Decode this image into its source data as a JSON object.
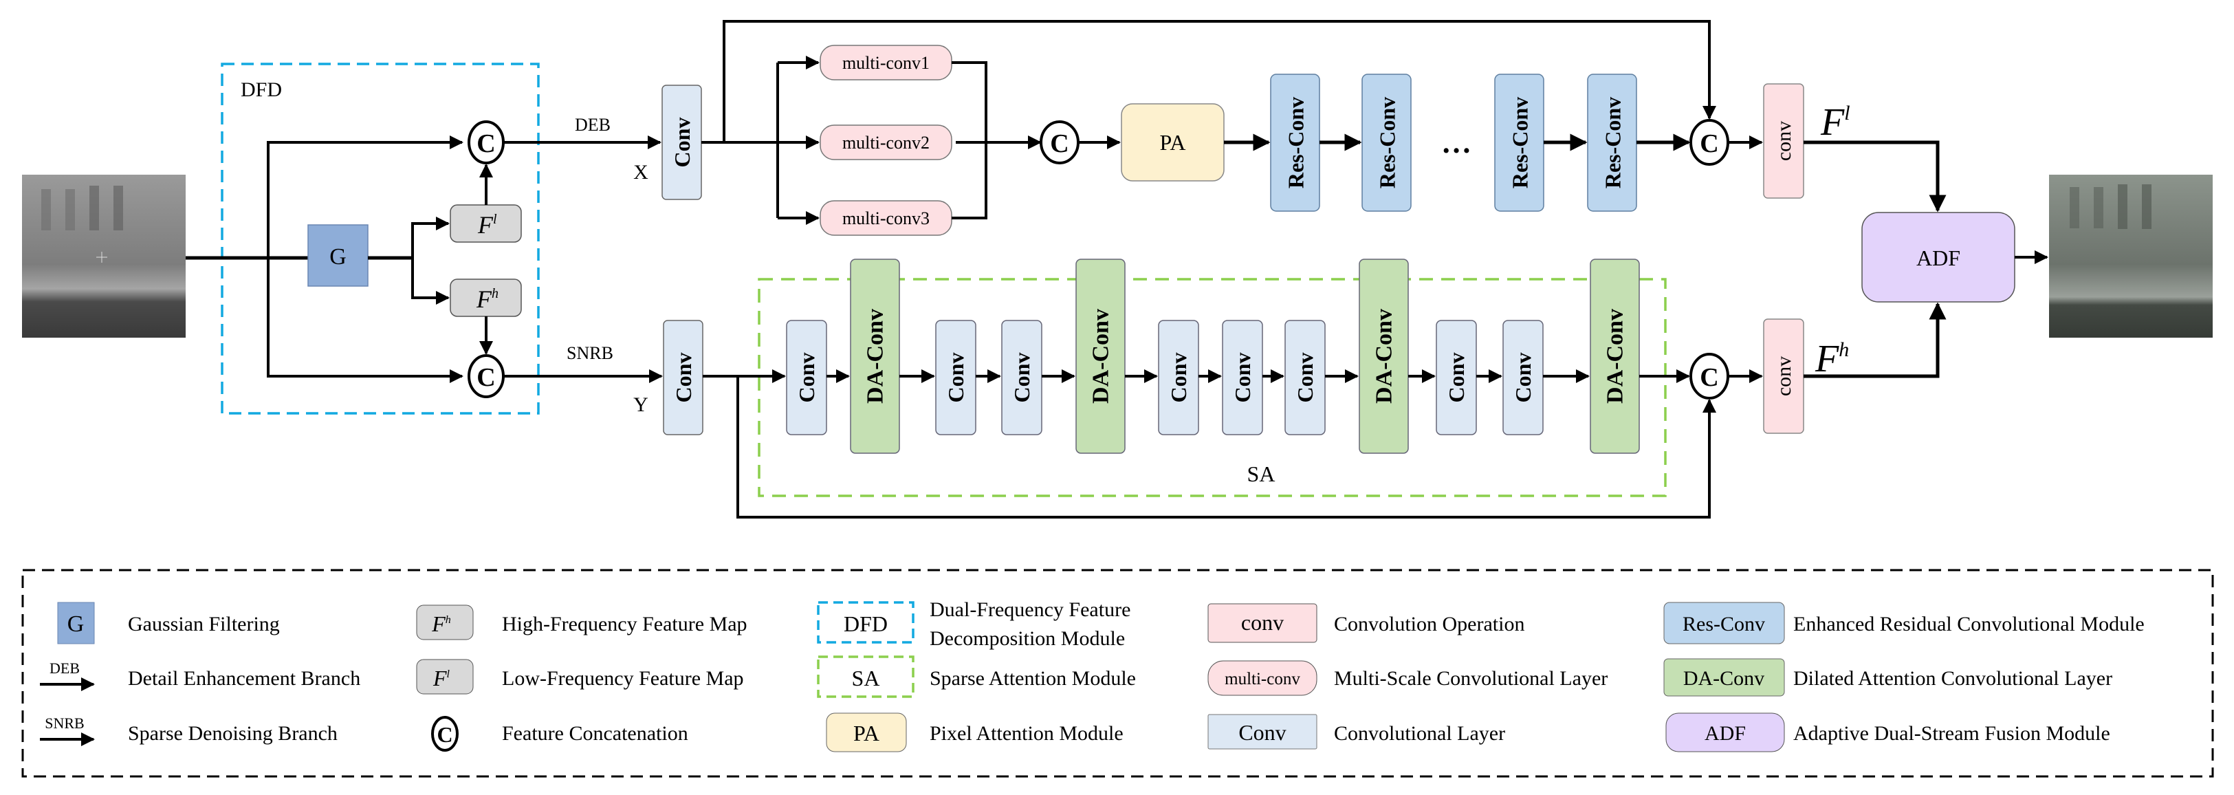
{
  "colors": {
    "gaussian": "#8eadd8",
    "feature_map": "#d9d9d9",
    "conv_layer": "#dde8f4",
    "conv_op": "#fde0e3",
    "multi_conv": "#fde0e3",
    "pixel_attention": "#fdf1cf",
    "res_conv": "#bcd6ee",
    "da_conv": "#c5e0b3",
    "adf": "#e3d3fb",
    "dfd_border": "#12a9e0",
    "sa_border": "#8ccf4d",
    "legend_border": "#000000"
  },
  "diagram": {
    "dfd_label": "DFD",
    "gaussian_label": "G",
    "feature_low": {
      "base": "F",
      "sup": "l"
    },
    "feature_high": {
      "base": "F",
      "sup": "h"
    },
    "concat_symbol": "C",
    "deb_label": "DEB",
    "snrb_label": "SNRB",
    "x_label": "X",
    "y_label": "Y",
    "conv_label": "Conv",
    "multi_conv": [
      "multi-conv1",
      "multi-conv2",
      "multi-conv3"
    ],
    "pa_label": "PA",
    "res_conv_label": "Res-Conv",
    "ellipsis": "…",
    "conv_op_label": "conv",
    "out_low": {
      "base": "F",
      "sup": "l"
    },
    "out_high": {
      "base": "F",
      "sup": "h"
    },
    "adf_label": "ADF",
    "sa_label": "SA",
    "da_conv_label": "DA-Conv",
    "sa_sequence": [
      "Conv",
      "DA-Conv",
      "Conv",
      "Conv",
      "DA-Conv",
      "Conv",
      "Conv",
      "Conv",
      "DA-Conv",
      "Conv",
      "Conv",
      "DA-Conv"
    ]
  },
  "legend": {
    "items": [
      {
        "symbol": "G",
        "kind": "gaussian",
        "text": "Gaussian Filtering"
      },
      {
        "symbol": "DEB",
        "kind": "arrow",
        "text": "Detail Enhancement Branch"
      },
      {
        "symbol": "SNRB",
        "kind": "arrow",
        "text": "Sparse Denoising Branch"
      },
      {
        "symbol": "F",
        "sup": "h",
        "kind": "feature",
        "text": "High-Frequency Feature Map"
      },
      {
        "symbol": "F",
        "sup": "l",
        "kind": "feature",
        "text": "Low-Frequency Feature Map"
      },
      {
        "symbol": "C",
        "kind": "concat",
        "text": "Feature Concatenation"
      },
      {
        "symbol": "DFD",
        "kind": "dfd",
        "text": "Dual-Frequency Feature",
        "text2": "Decomposition Module"
      },
      {
        "symbol": "SA",
        "kind": "sa",
        "text": "Sparse Attention Module"
      },
      {
        "symbol": "PA",
        "kind": "pa",
        "text": "Pixel Attention Module"
      },
      {
        "symbol": "conv",
        "kind": "conv_op",
        "text": "Convolution Operation"
      },
      {
        "symbol": "multi-conv",
        "kind": "multi_conv",
        "text": "Multi-Scale Convolutional Layer"
      },
      {
        "symbol": "Conv",
        "kind": "conv_layer",
        "text": "Convolutional Layer"
      },
      {
        "symbol": "Res-Conv",
        "kind": "res_conv",
        "text": "Enhanced Residual Convolutional Module"
      },
      {
        "symbol": "DA-Conv",
        "kind": "da_conv",
        "text": "Dilated Attention Convolutional Layer"
      },
      {
        "symbol": "ADF",
        "kind": "adf",
        "text": "Adaptive Dual-Stream Fusion Module"
      }
    ]
  }
}
